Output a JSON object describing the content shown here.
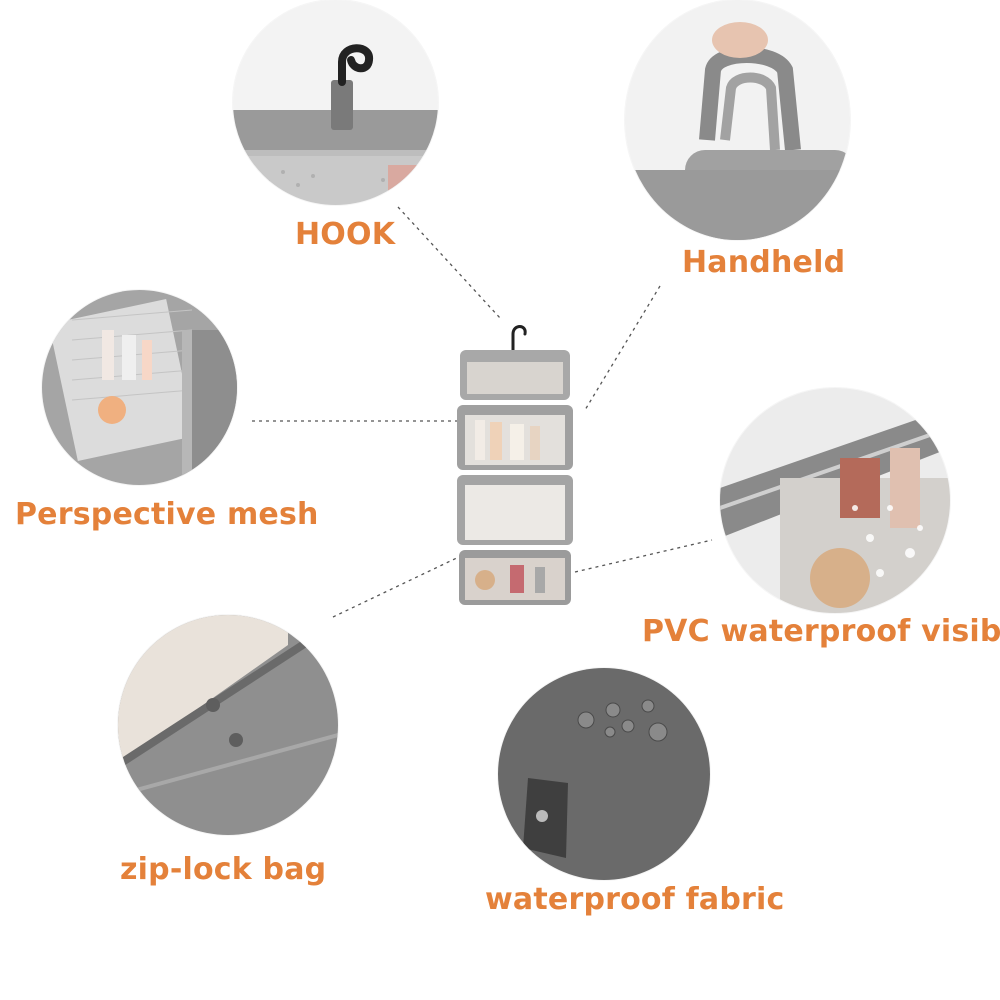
{
  "colors": {
    "label": "#E4813A",
    "fabric": "#9c9c9c",
    "fabric_dark": "#6f6f6f",
    "hook": "#2a2a2a",
    "connector": "#555555"
  },
  "features": [
    {
      "id": "hook",
      "label": "HOOK",
      "icon": "hook-icon"
    },
    {
      "id": "handheld",
      "label": "Handheld",
      "icon": "handle-icon"
    },
    {
      "id": "mesh",
      "label": "Perspective mesh",
      "icon": "mesh-icon"
    },
    {
      "id": "pvc",
      "label": "PVC waterproof visible",
      "icon": "droplet-icon"
    },
    {
      "id": "ziplock",
      "label": "zip-lock bag",
      "icon": "zip-icon"
    },
    {
      "id": "fabric",
      "label": "waterproof fabric",
      "icon": "water-beads-icon"
    }
  ]
}
